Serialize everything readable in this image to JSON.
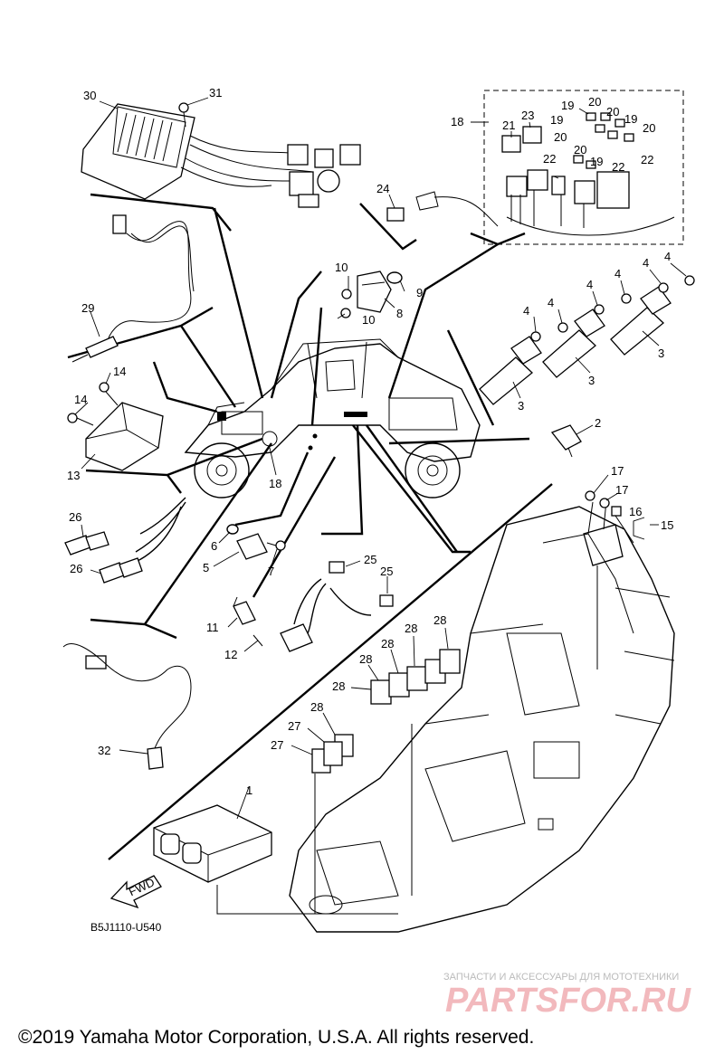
{
  "diagram_code": "B5J1110-U540",
  "fwd_label": "FWD",
  "copyright": "©2019 Yamaha Motor Corporation, U.S.A. All rights reserved.",
  "watermark": {
    "tagline": "ЗАПЧАСТИ И АКСЕССУАРЫ ДЛЯ МОТОТЕХНИКИ",
    "logo": "PARTSFOR.RU"
  },
  "labels": [
    "1",
    "2",
    "3",
    "4",
    "5",
    "6",
    "7",
    "8",
    "9",
    "10",
    "11",
    "12",
    "13",
    "14",
    "15",
    "16",
    "17",
    "18",
    "19",
    "20",
    "21",
    "22",
    "23",
    "24",
    "25",
    "26",
    "27",
    "28",
    "29",
    "30",
    "31",
    "32"
  ],
  "callouts": [
    {
      "id": "30",
      "text": "30"
    },
    {
      "id": "31",
      "text": "31"
    },
    {
      "id": "18a",
      "text": "18"
    },
    {
      "id": "21",
      "text": "21"
    },
    {
      "id": "23",
      "text": "23"
    },
    {
      "id": "19a",
      "text": "19"
    },
    {
      "id": "20a",
      "text": "20"
    },
    {
      "id": "19b",
      "text": "19"
    },
    {
      "id": "20b",
      "text": "20"
    },
    {
      "id": "19c",
      "text": "19"
    },
    {
      "id": "20c",
      "text": "20"
    },
    {
      "id": "20d",
      "text": "20"
    },
    {
      "id": "22a",
      "text": "22"
    },
    {
      "id": "20e",
      "text": "20"
    },
    {
      "id": "19d",
      "text": "19"
    },
    {
      "id": "22b",
      "text": "22"
    },
    {
      "id": "22c",
      "text": "22"
    },
    {
      "id": "24",
      "text": "24"
    },
    {
      "id": "10a",
      "text": "10"
    },
    {
      "id": "9",
      "text": "9"
    },
    {
      "id": "8",
      "text": "8"
    },
    {
      "id": "10b",
      "text": "10"
    },
    {
      "id": "29",
      "text": "29"
    },
    {
      "id": "4a",
      "text": "4"
    },
    {
      "id": "4b",
      "text": "4"
    },
    {
      "id": "4c",
      "text": "4"
    },
    {
      "id": "4d",
      "text": "4"
    },
    {
      "id": "4e",
      "text": "4"
    },
    {
      "id": "4f",
      "text": "4"
    },
    {
      "id": "3a",
      "text": "3"
    },
    {
      "id": "3b",
      "text": "3"
    },
    {
      "id": "3c",
      "text": "3"
    },
    {
      "id": "14a",
      "text": "14"
    },
    {
      "id": "14b",
      "text": "14"
    },
    {
      "id": "13",
      "text": "13"
    },
    {
      "id": "2",
      "text": "2"
    },
    {
      "id": "18b",
      "text": "18"
    },
    {
      "id": "17a",
      "text": "17"
    },
    {
      "id": "17b",
      "text": "17"
    },
    {
      "id": "16",
      "text": "16"
    },
    {
      "id": "15",
      "text": "15"
    },
    {
      "id": "26a",
      "text": "26"
    },
    {
      "id": "26b",
      "text": "26"
    },
    {
      "id": "6",
      "text": "6"
    },
    {
      "id": "5",
      "text": "5"
    },
    {
      "id": "7",
      "text": "7"
    },
    {
      "id": "25a",
      "text": "25"
    },
    {
      "id": "25b",
      "text": "25"
    },
    {
      "id": "11",
      "text": "11"
    },
    {
      "id": "12",
      "text": "12"
    },
    {
      "id": "28a",
      "text": "28"
    },
    {
      "id": "28b",
      "text": "28"
    },
    {
      "id": "28c",
      "text": "28"
    },
    {
      "id": "28d",
      "text": "28"
    },
    {
      "id": "28e",
      "text": "28"
    },
    {
      "id": "27a",
      "text": "27"
    },
    {
      "id": "27b",
      "text": "27"
    },
    {
      "id": "32",
      "text": "32"
    },
    {
      "id": "1",
      "text": "1"
    }
  ]
}
